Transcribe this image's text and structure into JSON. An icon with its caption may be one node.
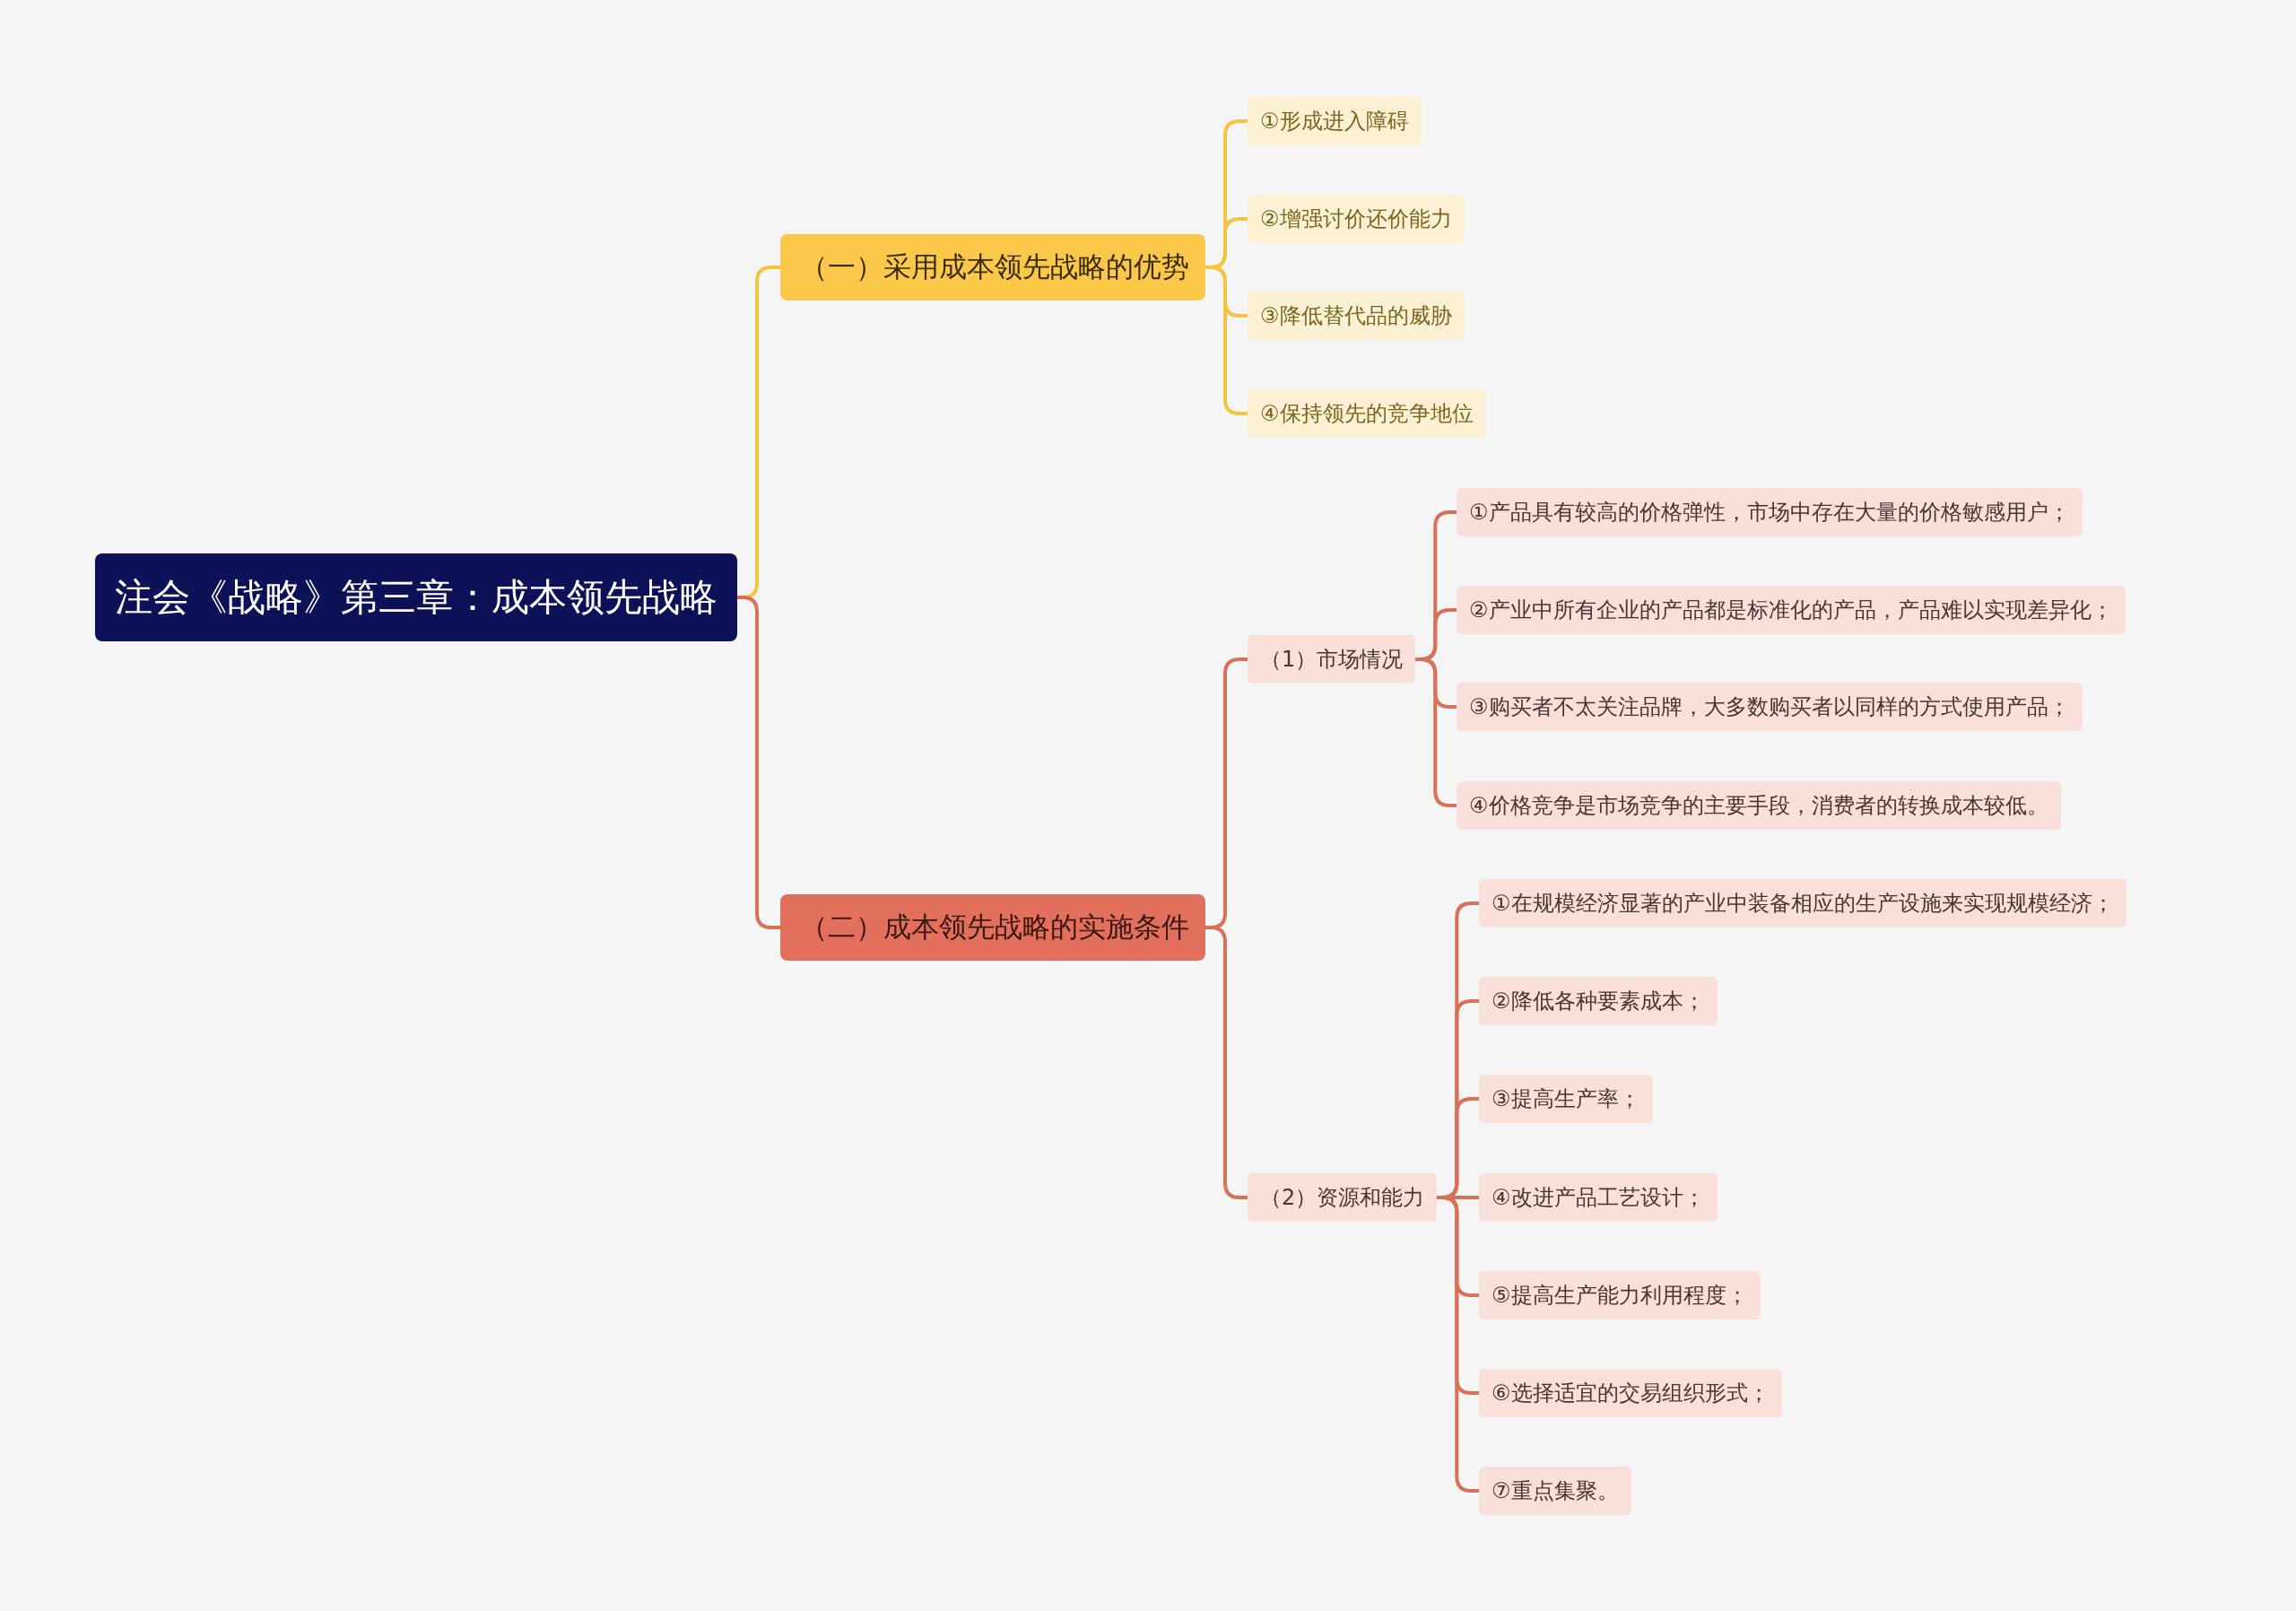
{
  "diagram": {
    "nodes": [
      {
        "text": [
          "注会《战略》第三章：成本领先战略"
        ]
      },
      {
        "text": [
          "（一）采用成本领先战略的优势"
        ]
      },
      {
        "text": [
          "①形成进入障碍"
        ]
      },
      {
        "text": [
          "②增强讨价还价能力"
        ]
      },
      {
        "text": [
          "③降低替代品的威胁"
        ]
      },
      {
        "text": [
          "④保持领先的竞争地位"
        ]
      },
      {
        "text": [
          "（二）成本领先战略的实施条件"
        ]
      },
      {
        "text": [
          "（1）市场情况"
        ]
      },
      {
        "text": [
          "①产品具有较高的价格弹性，市场中存在大量的价格敏感用户；"
        ]
      },
      {
        "text": [
          "②产业中所有企业的产品都是标准化的产品，产品难以实现差异化；"
        ]
      },
      {
        "text": [
          "③购买者不太关注品牌，大多数购买者以同样的方式使用产品；"
        ]
      },
      {
        "text": [
          "④价格竞争是市场竞争的主要手段，消费者的转换成本较低。"
        ]
      },
      {
        "text": [
          "（2）资源和能力"
        ]
      },
      {
        "text": [
          "①在规模经济显著的产业中装备相应的生产设施来实现规模经济；"
        ]
      },
      {
        "text": [
          "②降低各种要素成本；"
        ]
      },
      {
        "text": [
          "③提高生产率；"
        ]
      },
      {
        "text": [
          "④改进产品工艺设计；"
        ]
      },
      {
        "text": [
          "⑤提高生产能力利用程度；"
        ]
      },
      {
        "text": [
          "⑥选择适宜的交易组织形式；"
        ]
      },
      {
        "text": [
          "⑦重点集聚。"
        ]
      }
    ],
    "edges": [
      {
        "from": 0,
        "to": 1,
        "arrow": "none",
        "color": "#f5c542"
      },
      {
        "from": 0,
        "to": 6,
        "arrow": "none"
      },
      {
        "from": 1,
        "to": 2,
        "arrow": "none",
        "color": "#f5c542"
      },
      {
        "from": 1,
        "to": 3,
        "arrow": "none",
        "color": "#f5c542"
      },
      {
        "from": 1,
        "to": 4,
        "arrow": "none",
        "color": "#f5c542"
      },
      {
        "from": 1,
        "to": 5,
        "arrow": "none",
        "color": "#f5c542"
      },
      {
        "from": 6,
        "to": 7,
        "arrow": "none"
      },
      {
        "from": 6,
        "to": 12,
        "arrow": "none"
      },
      {
        "from": 7,
        "to": 8,
        "arrow": "none"
      },
      {
        "from": 7,
        "to": 9,
        "arrow": "none"
      },
      {
        "from": 7,
        "to": 10,
        "arrow": "none"
      },
      {
        "from": 7,
        "to": 11,
        "arrow": "none"
      },
      {
        "from": 12,
        "to": 13,
        "arrow": "none"
      },
      {
        "from": 12,
        "to": 14,
        "arrow": "none"
      },
      {
        "from": 12,
        "to": 15,
        "arrow": "none"
      },
      {
        "from": 12,
        "to": 16,
        "arrow": "none"
      },
      {
        "from": 12,
        "to": 17,
        "arrow": "none"
      },
      {
        "from": 12,
        "to": 18,
        "arrow": "none"
      },
      {
        "from": 12,
        "to": 19,
        "arrow": "none"
      }
    ]
  }
}
